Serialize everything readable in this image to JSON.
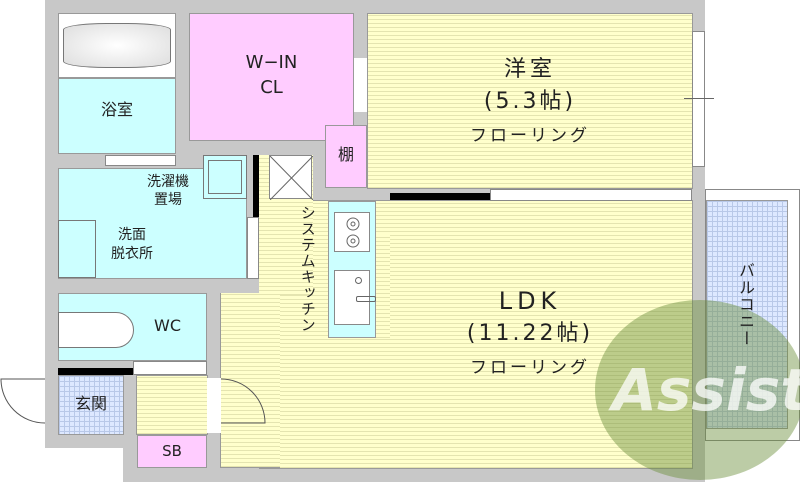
{
  "rooms": {
    "bath": "浴室",
    "wic_line1": "W−IN",
    "wic_line2": "CL",
    "shelf": "棚",
    "laundry_line1": "洗濯機",
    "laundry_line2": "置場",
    "washroom_line1": "洗面",
    "washroom_line2": "脱衣所",
    "kitchen": "システムキッチン",
    "wc": "WC",
    "entrance": "玄関",
    "shoebox": "SB",
    "western_name": "洋室",
    "western_size": "(5.3帖)",
    "western_floor": "フローリング",
    "ldk_name": "LDK",
    "ldk_size": "(11.22帖)",
    "ldk_floor": "フローリング",
    "balcony": "バルコニー"
  },
  "watermark": {
    "text": "Assist",
    "color": "#6b8f3a"
  },
  "colors": {
    "wet_area": "#ccffff",
    "storage": "#ffccff",
    "flooring": "#ffffcc",
    "tile": "#dde8ff",
    "wall": "#c8c8c8"
  }
}
